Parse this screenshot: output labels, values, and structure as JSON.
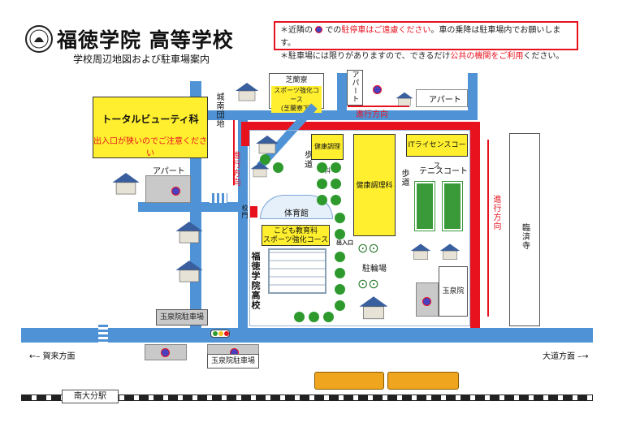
{
  "header": {
    "title": "福徳学院 高等学校",
    "subtitle": "学校周辺地図および駐車場案内"
  },
  "notice": {
    "line1_pre": "＊近隣の",
    "line1_mid": "での",
    "line1_red": "駐停車はご遠慮ください",
    "line1_post": "。車の乗降は駐車場内でお願いします。",
    "line2_pre": "＊駐車場には限りがありますので、できるだけ",
    "line2_red": "公共の機関をご利用",
    "line2_post": "ください。"
  },
  "labels": {
    "beauty_title": "トータルビューティ科",
    "beauty_warning": "出入口が狭いのでご注意ください",
    "shiranryo": "芝蘭寮",
    "sports_course": "スポーツ強化コース",
    "shiranryo_sub": "(芝蘭寮下)",
    "apartment": "アパート",
    "apartment_v": "アパート",
    "direction": "進行方向",
    "health_room": "健康調理科",
    "health_building": "健康調理科",
    "it_license": "ITライセンスコース",
    "tennis": "テニスコート",
    "gym": "体育館",
    "kids_sports": "こども教育科\nスポーツ強化コース",
    "kids_line1": "こども教育科",
    "kids_line2": "スポーツ強化コース",
    "school": "福徳学院高校",
    "bicycle": "駐輪場",
    "gyokusenin": "玉泉院",
    "gyokusenin_parking": "玉泉院駐車場",
    "rinsaiji": "臨済寺",
    "josai": "城南団地",
    "walkway": "歩道",
    "walkway2": "歩道",
    "gate": "校門",
    "station": "南大分駅",
    "left_dir": "賀来方面",
    "right_dir": "大道方面",
    "entrance": "出入口"
  },
  "colors": {
    "road": "#4f93d6",
    "route": "#e8121f",
    "highlight": "#ffef2e",
    "tree": "#2e9a2e",
    "train": "#f0a51e"
  }
}
